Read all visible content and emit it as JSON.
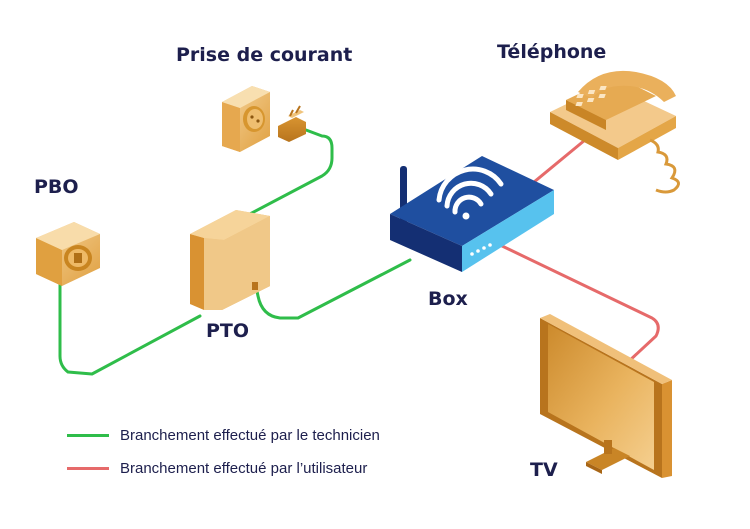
{
  "labels": {
    "prise": "Prise de courant",
    "telephone": "Téléphone",
    "pbo": "PBO",
    "pto": "PTO",
    "box": "Box",
    "tv": "TV"
  },
  "legend": {
    "technician": "Branchement effectué par le technicien",
    "user": "Branchement effectué par l’utilisateur"
  },
  "colors": {
    "technician_line": "#2fbd4a",
    "user_line": "#e66a6a",
    "text": "#1d1f4d",
    "gold_light": "#f3c98b",
    "gold_mid": "#e4a647",
    "gold_dark": "#c27c1d",
    "box_blue": "#1f4fa0",
    "box_blue_dark": "#142f73",
    "box_cyan": "#57c2ee"
  }
}
